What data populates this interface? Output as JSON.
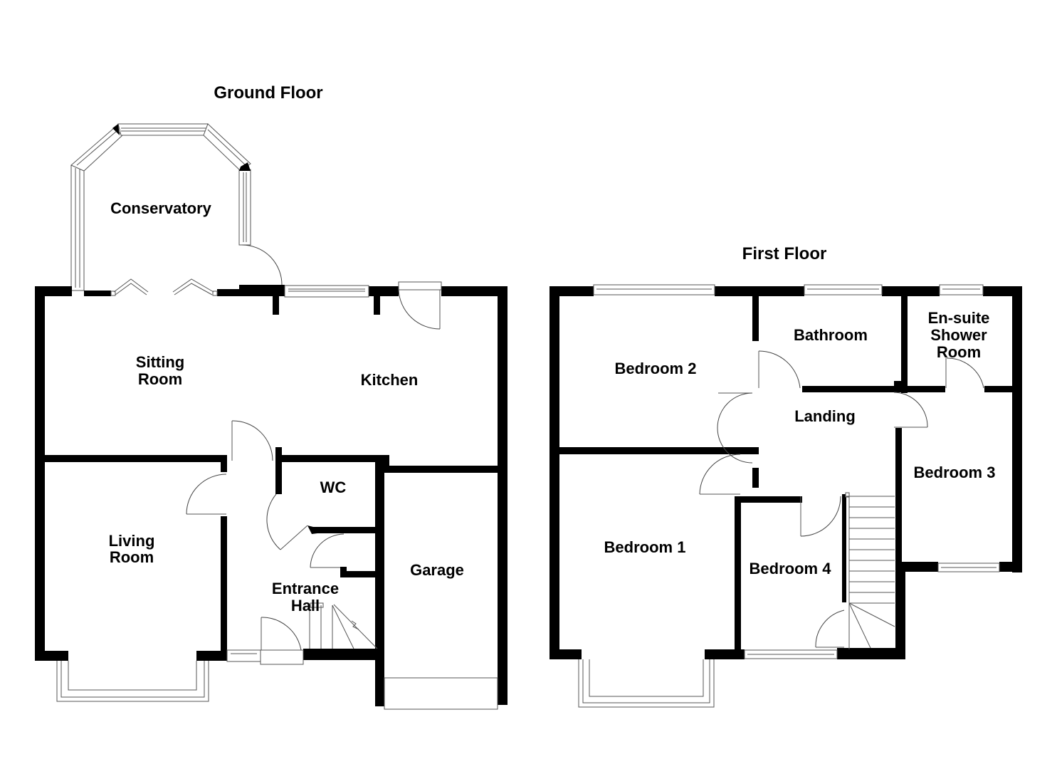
{
  "ground_floor": {
    "title": "Ground Floor",
    "rooms": {
      "conservatory": "Conservatory",
      "sitting_room_line1": "Sitting",
      "sitting_room_line2": "Room",
      "kitchen": "Kitchen",
      "living_room_line1": "Living",
      "living_room_line2": "Room",
      "wc": "WC",
      "entrance_hall_line1": "Entrance",
      "entrance_hall_line2": "Hall",
      "garage": "Garage"
    }
  },
  "first_floor": {
    "title": "First Floor",
    "rooms": {
      "bedroom_2": "Bedroom 2",
      "bathroom": "Bathroom",
      "ensuite_line1": "En-suite",
      "ensuite_line2": "Shower",
      "ensuite_line3": "Room",
      "landing": "Landing",
      "bedroom_3": "Bedroom 3",
      "bedroom_1": "Bedroom 1",
      "bedroom_4": "Bedroom 4"
    }
  },
  "colors": {
    "wall": "#000000",
    "background": "#ffffff",
    "fixture_line": "#555555"
  }
}
